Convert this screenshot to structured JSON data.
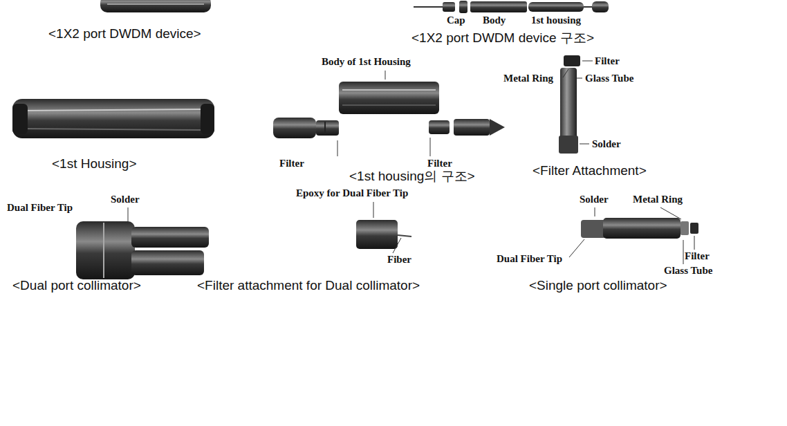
{
  "diagram": {
    "labels": [
      "Cap",
      "Body",
      "1st housing",
      "<1X2 port DWDM device>",
      "<1X2 port DWDM device 구조>",
      "Body of 1st Housing",
      "Filter",
      "Metal Ring",
      "Glass Tube",
      "<1st Housing>",
      "Solder",
      "Filter",
      "Filter",
      "<1st housing의 구조>",
      "<Filter Attachment>",
      "Epoxy for Dual Fiber Tip",
      "Solder",
      "Solder",
      "Metal Ring",
      "Dual Fiber Tip",
      "Dual Fiber Tip",
      "Filter",
      "Fiber",
      "Glass Tube",
      "<Dual port collimator>",
      "<Filter attachment for Dual collimator>",
      "<Single port collimator>"
    ]
  }
}
